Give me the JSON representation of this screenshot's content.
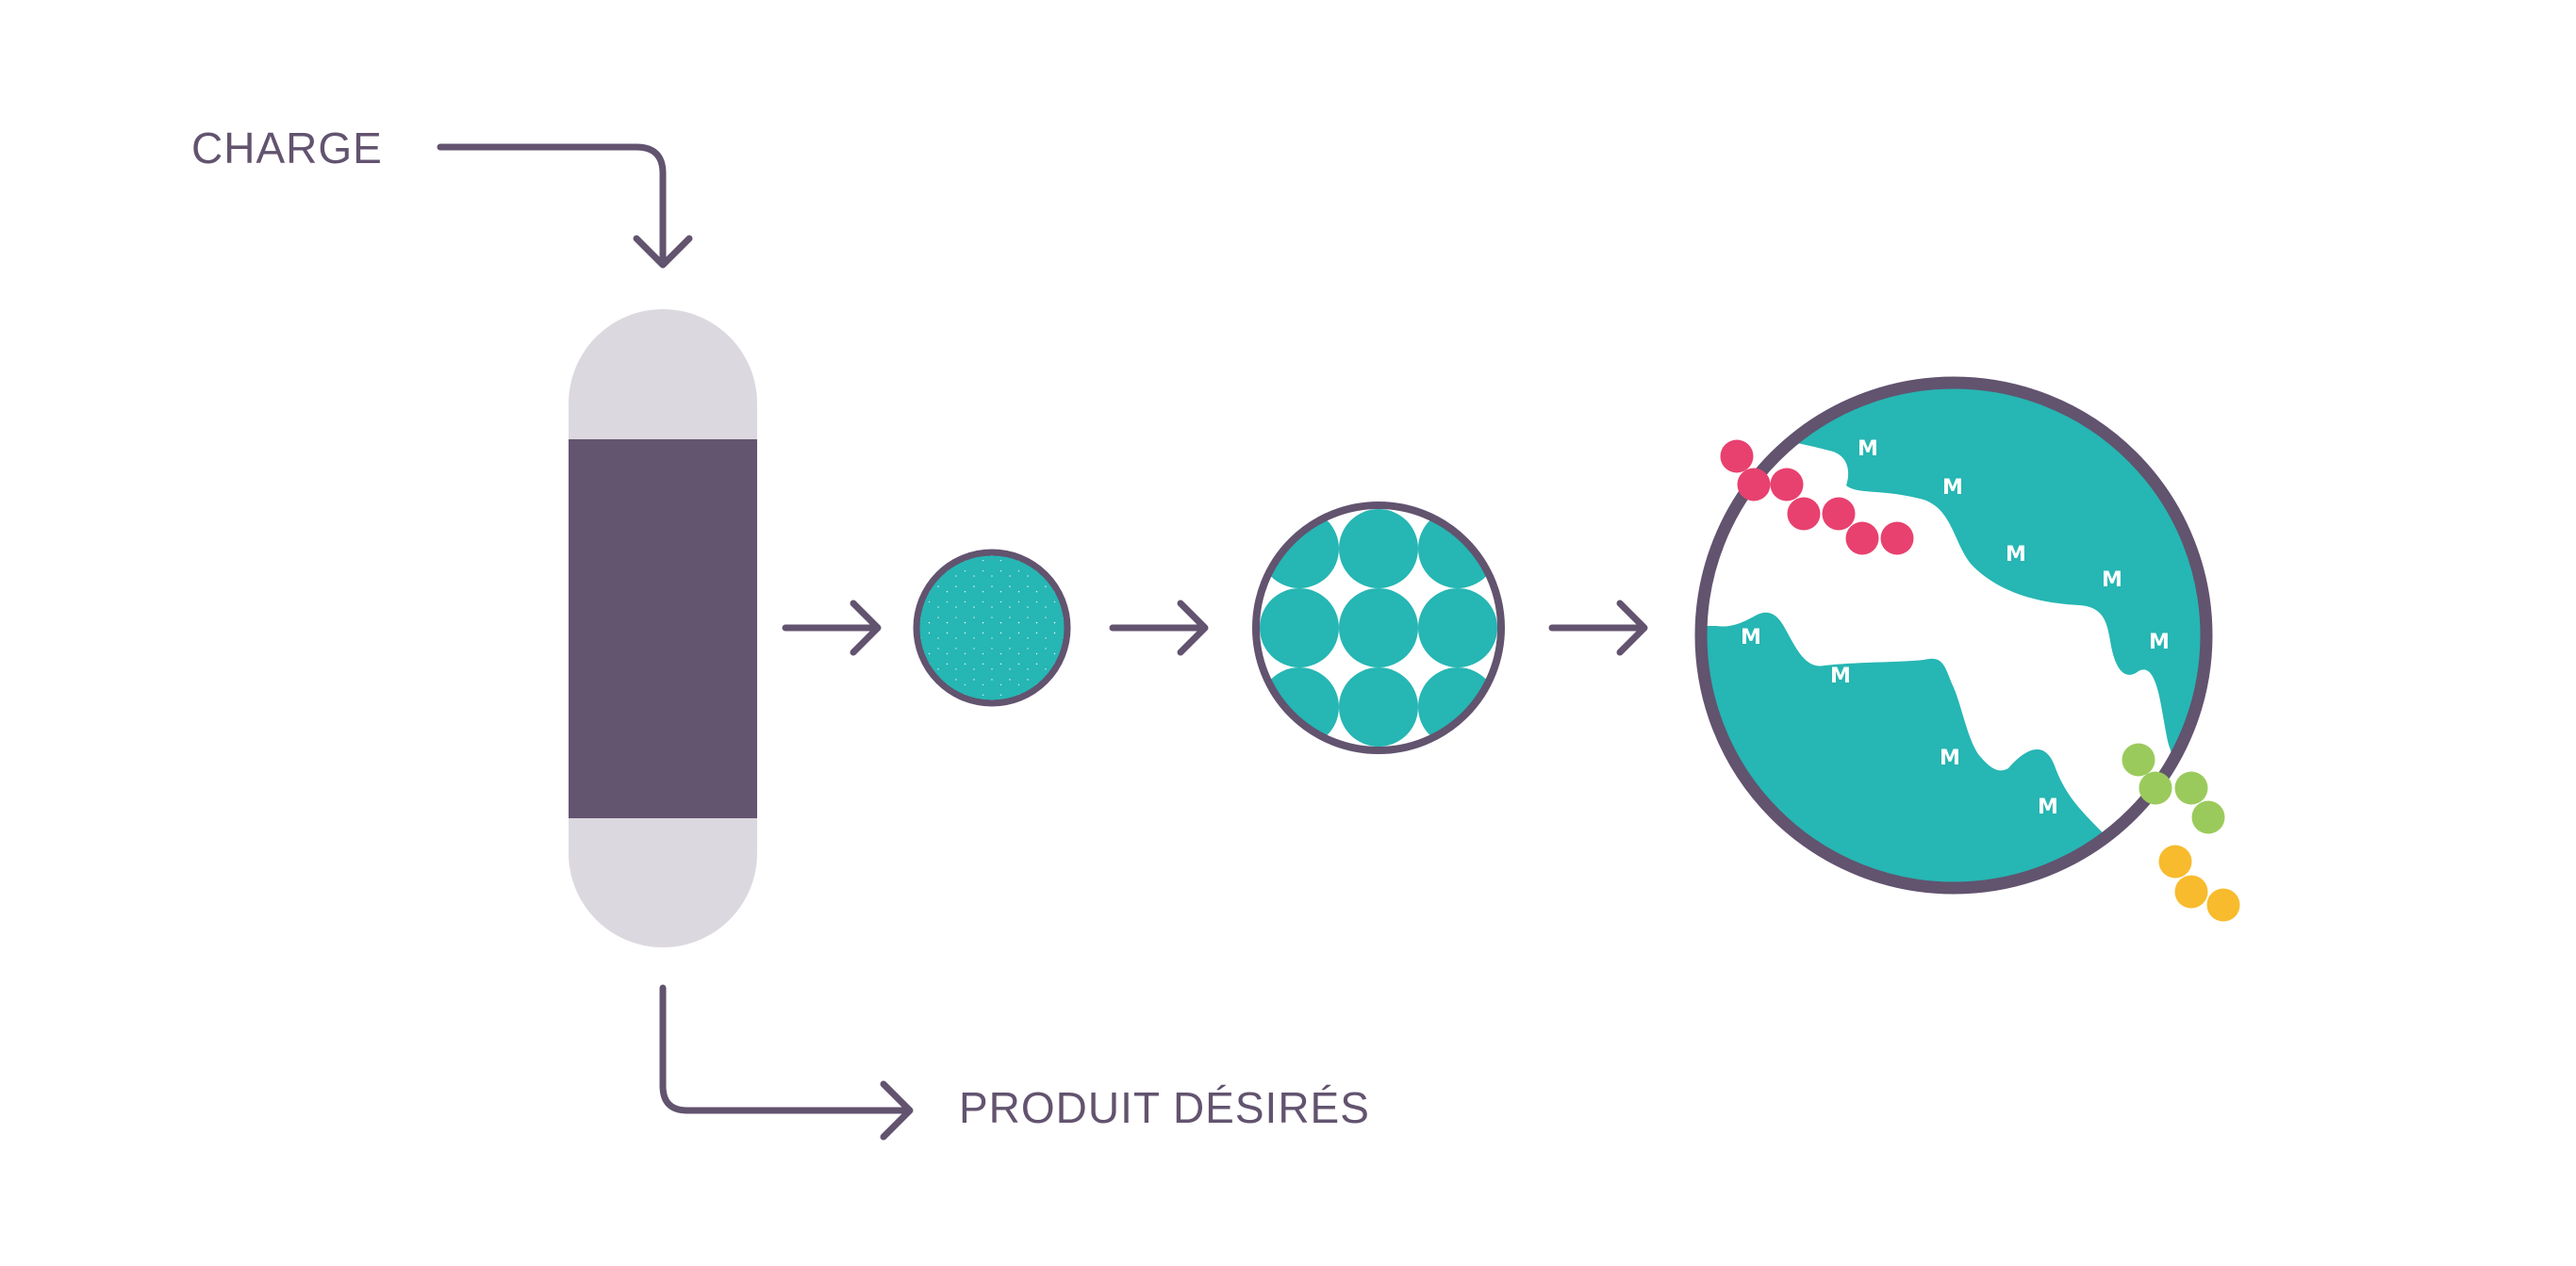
{
  "labels": {
    "charge": "CHARGE",
    "product": "PRODUIT DÉSIRÉS"
  },
  "pore_marker": "M",
  "colors": {
    "line": "#62536f",
    "reactor_cap": "#dcd8df",
    "reactor_bed": "#63546f",
    "catalyst": "#26b6b3",
    "molecule_pink": "#e8416f",
    "molecule_green": "#9bca5c",
    "molecule_yellow": "#f8bb2d",
    "background": "#ffffff"
  },
  "icons": [
    "charge-arrow-icon",
    "reactor-icon",
    "product-arrow-icon",
    "step-arrow-icon",
    "catalyst-pellet-icon",
    "catalyst-particle-icon",
    "pore-detail-icon",
    "molecule-icon"
  ]
}
